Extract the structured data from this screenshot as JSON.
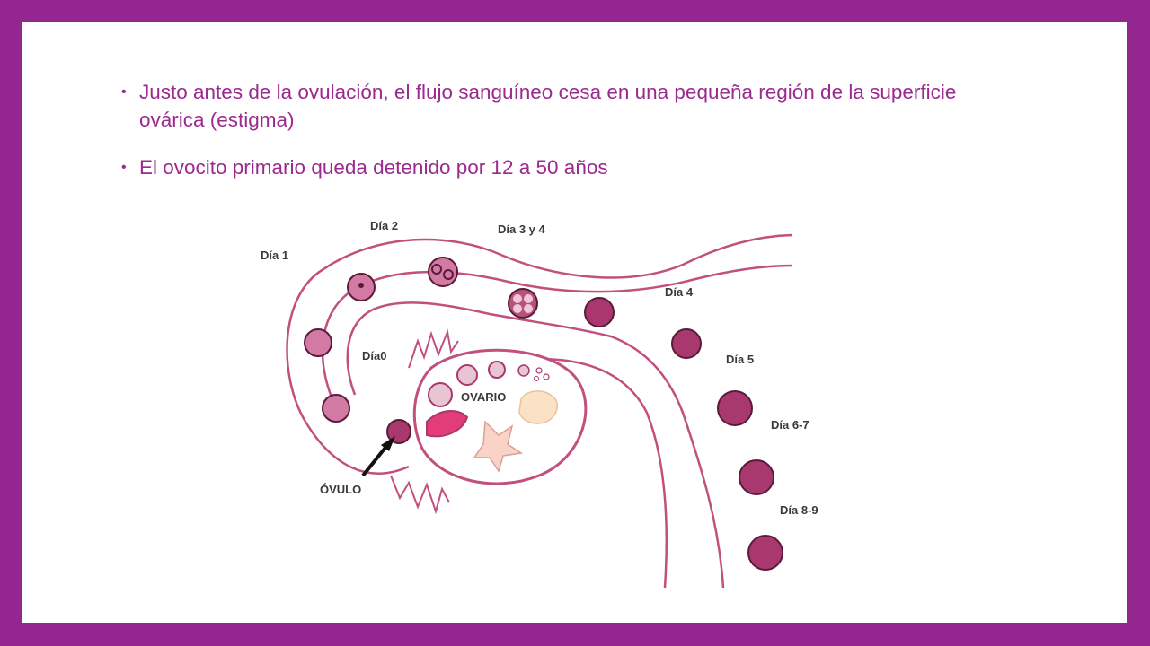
{
  "bullets": [
    "Justo antes de la ovulación, el flujo sanguíneo cesa en una pequeña región de la superficie ovárica (estigma)",
    "El ovocito primario queda detenido por 12 a 50 años"
  ],
  "diagram": {
    "labels": {
      "dia1": "Día 1",
      "dia2": "Día 2",
      "dia3y4": "Día 3 y 4",
      "dia4": "Día 4",
      "dia0": "Día0",
      "dia5": "Día 5",
      "dia67": "Día 6-7",
      "dia89": "Día 8-9",
      "ovario": "OVARIO",
      "ovulo": "ÓVULO"
    }
  },
  "colors": {
    "frame": "#93278f",
    "text": "#9b2a8f",
    "tube": "#c2507e",
    "cell": "#a8386e"
  }
}
